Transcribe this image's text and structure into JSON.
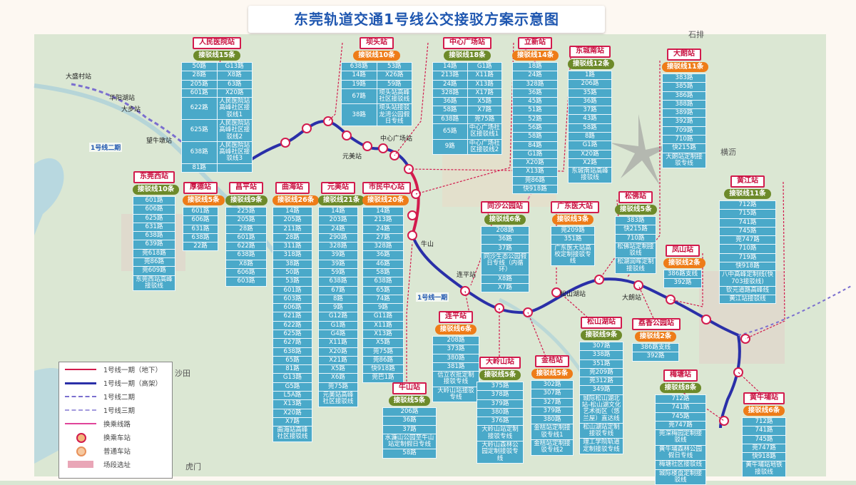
{
  "title": "东莞轨道交通1号线公交接驳方案示意图",
  "colors": {
    "line_elevated": "#2a2fa8",
    "line_underground": "#d21b4d",
    "phase2": "#7b6fcf",
    "transfer": "#e0449a",
    "station_border": "#d21b4d",
    "tag_green": "#6d8a2a",
    "tag_orange": "#ee7c18",
    "table_blue": "#4aa9c9"
  },
  "map_labels": {
    "dasheng": "大盛村站",
    "huayang": "华阳湖站",
    "dabu": "大步站",
    "wangniudun": "望牛墩站",
    "phase2": "1号线二期",
    "phase1": "1号线一期",
    "niushan": "牛山",
    "lianping": "连平站",
    "songshanhu": "松山湖站",
    "dalang": "大朗站",
    "shipai": "石排",
    "hengli": "横沥",
    "yuanmei": "元美站",
    "humen": "虎门",
    "shatian": "沙田",
    "zhongxin": "中心广场站"
  },
  "legend": [
    {
      "label": "1号线一期（地下）"
    },
    {
      "label": "1号线一期（高架）"
    },
    {
      "label": "1号线二期"
    },
    {
      "label": "1号线三期"
    },
    {
      "label": "换乘线路"
    },
    {
      "label": "换乘车站"
    },
    {
      "label": "普通车站"
    },
    {
      "label": "场段选址"
    }
  ],
  "stations": {
    "renmin": {
      "name": "人民医院站",
      "tag": "接驳线15条",
      "rows": [
        [
          "50路",
          "G13路"
        ],
        [
          "28路",
          "X8路"
        ],
        [
          "205路",
          "63路"
        ],
        [
          "601路",
          "X20路"
        ],
        [
          "622路",
          "人民医院站高峰社区接驳线1"
        ],
        [
          "625路",
          "人民医院站高峰社区接驳线2"
        ],
        [
          "638路",
          "人民医院站高峰社区接驳线3"
        ],
        [
          "81路",
          ""
        ]
      ]
    },
    "batou": {
      "name": "坝头站",
      "tag": "接驳线10条",
      "rows": [
        [
          "638路",
          "53路"
        ],
        [
          "14路",
          "X26路"
        ],
        [
          "19路",
          "59路"
        ],
        [
          "67路",
          "坝头站高峰社区接驳线"
        ],
        [
          "38路",
          "坝头站接驳龙湾公园假日专线"
        ]
      ]
    },
    "zhongxin": {
      "name": "中心广场站",
      "tag": "接驳线18条",
      "rows": [
        [
          "14路",
          "G1路"
        ],
        [
          "213路",
          "X11路"
        ],
        [
          "24路",
          "X13路"
        ],
        [
          "328路",
          "X17路"
        ],
        [
          "36路",
          "X5路"
        ],
        [
          "58路",
          "X7路"
        ],
        [
          "638路",
          "莞75路"
        ],
        [
          "65路",
          "中心广场社区接驳线1"
        ],
        [
          "9路",
          "中心广场社区接驳线2"
        ]
      ]
    },
    "lixin": {
      "name": "立新站",
      "tag": "接驳线14条",
      "rows": [
        [
          "18路"
        ],
        [
          "24路"
        ],
        [
          "328路"
        ],
        [
          "36路"
        ],
        [
          "45路"
        ],
        [
          "51路"
        ],
        [
          "52路"
        ],
        [
          "56路"
        ],
        [
          "58路"
        ],
        [
          "84路"
        ],
        [
          "G1路"
        ],
        [
          "X20路"
        ],
        [
          "X13路"
        ],
        [
          "莞86路"
        ],
        [
          "快918路"
        ]
      ]
    },
    "dongcheng": {
      "name": "东城南站",
      "tag": "接驳线12条",
      "rows": [
        [
          "1路"
        ],
        [
          "206路"
        ],
        [
          "35路"
        ],
        [
          "36路"
        ],
        [
          "37路"
        ],
        [
          "43路"
        ],
        [
          "58路"
        ],
        [
          "8路"
        ],
        [
          "G1路"
        ],
        [
          "X20路"
        ],
        [
          "X2路"
        ],
        [
          "东城南站高峰接驳线"
        ]
      ]
    },
    "dalang": {
      "name": "大朗站",
      "tag": "接驳线11条",
      "rows": [
        [
          "383路"
        ],
        [
          "385路"
        ],
        [
          "386路"
        ],
        [
          "388路"
        ],
        [
          "389路"
        ],
        [
          "392路"
        ],
        [
          "709路"
        ],
        [
          "710路"
        ],
        [
          "快215路"
        ],
        [
          "大朗站定制接驳专线"
        ]
      ]
    },
    "guancheng": {
      "name": "东莞西站",
      "tag": "接驳线10条",
      "rows": [
        [
          "601路"
        ],
        [
          "606路"
        ],
        [
          "625路"
        ],
        [
          "631路"
        ],
        [
          "638路"
        ],
        [
          "639路"
        ],
        [
          "莞618路"
        ],
        [
          "莞86路"
        ],
        [
          "莞609路"
        ],
        [
          "东莞西站高峰接驳线"
        ]
      ]
    },
    "houde": {
      "name": "厚德站",
      "tag": "接驳线5条",
      "rows": [
        [
          "601路"
        ],
        [
          "606路"
        ],
        [
          "631路"
        ],
        [
          "638路"
        ],
        [
          "22路"
        ]
      ]
    },
    "changping": {
      "name": "昌平站",
      "tag": "接驳线9条",
      "rows": [
        [
          "225路"
        ],
        [
          "205路"
        ],
        [
          "28路"
        ],
        [
          "601路"
        ],
        [
          "622路"
        ],
        [
          "638路"
        ],
        [
          "X8路"
        ],
        [
          "606路"
        ],
        [
          "603路"
        ]
      ]
    },
    "quhai": {
      "name": "曲海站",
      "tag": "接驳线26条",
      "rows": [
        [
          "14路"
        ],
        [
          "205路"
        ],
        [
          "211路"
        ],
        [
          "28路"
        ],
        [
          "311路"
        ],
        [
          "318路"
        ],
        [
          "38路"
        ],
        [
          "50路"
        ],
        [
          "53路"
        ],
        [
          "601路"
        ],
        [
          "603路"
        ],
        [
          "606路"
        ],
        [
          "621路"
        ],
        [
          "622路"
        ],
        [
          "625路"
        ],
        [
          "627路"
        ],
        [
          "638路"
        ],
        [
          "65路"
        ],
        [
          "81路"
        ],
        [
          "G13路"
        ],
        [
          "G5路"
        ],
        [
          "L5A路"
        ],
        [
          "X13路"
        ],
        [
          "X20路"
        ],
        [
          "X7路"
        ],
        [
          "曲海站高峰社区接驳线"
        ]
      ]
    },
    "yuanmei": {
      "name": "元美站",
      "tag": "接驳线21条",
      "rows": [
        [
          "14路"
        ],
        [
          "203路"
        ],
        [
          "24路"
        ],
        [
          "290路"
        ],
        [
          "328路"
        ],
        [
          "39路"
        ],
        [
          "39路"
        ],
        [
          "59路"
        ],
        [
          "638路"
        ],
        [
          "67路"
        ],
        [
          "8路"
        ],
        [
          "9路"
        ],
        [
          "G12路"
        ],
        [
          "G1路"
        ],
        [
          "G4路"
        ],
        [
          "X11路"
        ],
        [
          "X20路"
        ],
        [
          "X21路"
        ],
        [
          "X5路"
        ],
        [
          "X6路"
        ],
        [
          "莞75路"
        ],
        [
          "元美站高峰社区接驳线"
        ]
      ]
    },
    "shimin": {
      "name": "市民中心站",
      "tag": "接驳线20条",
      "rows": [
        [
          "14路"
        ],
        [
          "213路"
        ],
        [
          "24路"
        ],
        [
          "27路"
        ],
        [
          "328路"
        ],
        [
          "36路"
        ],
        [
          "46路"
        ],
        [
          "58路"
        ],
        [
          "638路"
        ],
        [
          "65路"
        ],
        [
          "74路"
        ],
        [
          "9路"
        ],
        [
          "G11路"
        ],
        [
          "X11路"
        ],
        [
          "X13路"
        ],
        [
          "X5路"
        ],
        [
          "莞75路"
        ],
        [
          "莞86路"
        ],
        [
          "快918路"
        ],
        [
          "莞巴1路"
        ]
      ]
    },
    "tongsha": {
      "name": "同沙公园站",
      "tag": "接驳线6条",
      "rows": [
        [
          "208路"
        ],
        [
          "36路"
        ],
        [
          "37路"
        ],
        [
          "同沙生态公园假日专线（内循环）"
        ],
        [
          "X8路"
        ],
        [
          "X7路"
        ]
      ]
    },
    "guangyi": {
      "name": "广东医大站",
      "tag": "接驳线3条",
      "rows": [
        [
          "莞209路"
        ],
        [
          "351路"
        ],
        [
          "广东医大站高校定制接驳专线"
        ]
      ]
    },
    "songfo": {
      "name": "松佛站",
      "tag": "接驳线5条",
      "rows": [
        [
          "383路"
        ],
        [
          "快215路"
        ],
        [
          "710路"
        ],
        [
          "松佛站定制接驳线"
        ],
        [
          "松湖润晖定制接驳线"
        ]
      ]
    },
    "huangjiang": {
      "name": "黄江站",
      "tag": "接驳线11条",
      "rows": [
        [
          "712路"
        ],
        [
          "715路"
        ],
        [
          "741路"
        ],
        [
          "745路"
        ],
        [
          "莞747路"
        ],
        [
          "710路"
        ],
        [
          "719路"
        ],
        [
          "快918路"
        ],
        [
          "八中高峰定制线(快703接驳线)"
        ],
        [
          "钦元道路高峰线"
        ],
        [
          "黄江站接驳线"
        ]
      ]
    },
    "fengshan": {
      "name": "凤山站",
      "tag": "接驳线2条",
      "rows": [
        [
          "386路支线"
        ],
        [
          "392路"
        ]
      ]
    },
    "lianping": {
      "name": "连平站",
      "tag": "接驳线6条",
      "rows": [
        [
          "208路"
        ],
        [
          "373路"
        ],
        [
          "380路"
        ],
        [
          "381路"
        ],
        [
          "信立农批定制接驳专线"
        ],
        [
          "大岭山站接驳专线"
        ]
      ]
    },
    "songshanhu": {
      "name": "松山湖站",
      "tag": "接驳线9条",
      "rows": [
        [
          "307路"
        ],
        [
          "338路"
        ],
        [
          "351路"
        ],
        [
          "莞209路"
        ],
        [
          "莞312路"
        ],
        [
          "349路"
        ],
        [
          "城际松山湖北站-松山湖文化艺术街区（悠兰屋）直达线"
        ],
        [
          "松山湖站定制接驳专线"
        ],
        [
          "理工学院轨道定制接驳专线"
        ]
      ]
    },
    "lixiang": {
      "name": "荔香公园站",
      "tag": "接驳线2条",
      "rows": [
        [
          "386路支线"
        ],
        [
          "392路"
        ]
      ]
    },
    "niushan": {
      "name": "牛山站",
      "tag": "接驳线5条",
      "rows": [
        [
          "206路"
        ],
        [
          "36路"
        ],
        [
          "37路"
        ],
        [
          "水濂山公园至牛山站定制假日专线"
        ],
        [
          "58路"
        ]
      ]
    },
    "dalingshan": {
      "name": "大岭山站",
      "tag": "接驳线5条",
      "rows": [
        [
          "375路"
        ],
        [
          "378路"
        ],
        [
          "379路"
        ],
        [
          "380路"
        ],
        [
          "376路"
        ],
        [
          "大岭山站定制接驳专线"
        ],
        [
          "大岭山森林公园定制接驳专线"
        ]
      ]
    },
    "jinjie": {
      "name": "金桔站",
      "tag": "接驳线5条",
      "rows": [
        [
          "302路"
        ],
        [
          "307路"
        ],
        [
          "327路"
        ],
        [
          "379路"
        ],
        [
          "380路"
        ],
        [
          "金桔站定制接驳专线1"
        ],
        [
          "金桔站定制接驳专线2"
        ]
      ]
    },
    "meitang": {
      "name": "梅塘站",
      "tag": "接驳线8条",
      "rows": [
        [
          "712路"
        ],
        [
          "741路"
        ],
        [
          "745路"
        ],
        [
          "莞747路"
        ],
        [
          "莞深梅园定制接驳线"
        ],
        [
          "黄牛埔森林公园假日专线"
        ],
        [
          "梅塘社区接驳线"
        ],
        [
          "城际楼盘定制接驳线"
        ]
      ]
    },
    "huangniupu": {
      "name": "黄牛埔站",
      "tag": "接驳线6条",
      "rows": [
        [
          "712路"
        ],
        [
          "741路"
        ],
        [
          "745路"
        ],
        [
          "莞747路"
        ],
        [
          "快918路"
        ],
        [
          "黄牛埔站地铁接驳线"
        ]
      ]
    }
  }
}
